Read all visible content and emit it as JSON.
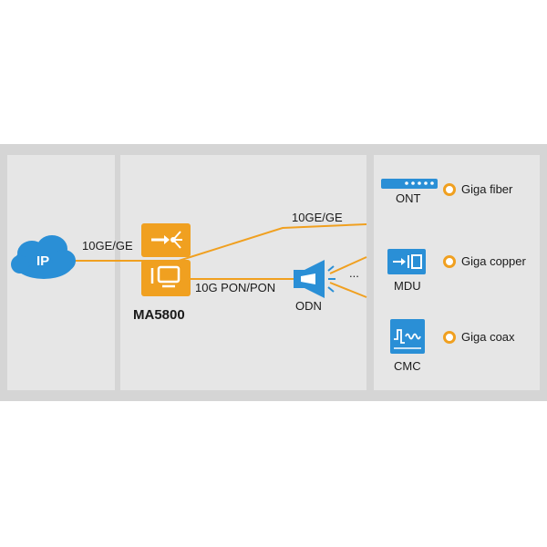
{
  "diagram": {
    "cloud_label": "IP",
    "uplink_label": "10GE/GE",
    "device_label": "MA5800",
    "pon_label": "10G PON/PON",
    "odn_label": "ODN",
    "ellipsis": "...",
    "direct_label": "10GE/GE",
    "endpoints": [
      {
        "label": "ONT",
        "service": "Giga fiber",
        "icon": "ont-icon"
      },
      {
        "label": "MDU",
        "service": "Giga copper",
        "icon": "mdu-icon"
      },
      {
        "label": "CMC",
        "service": "Giga coax",
        "icon": "cmc-icon"
      }
    ],
    "colors": {
      "link": "#f0a020",
      "device": "#f0a020",
      "icon_blue": "#2a8fd6",
      "panel": "#e6e6e6",
      "panel_border": "#d5d5d5"
    }
  }
}
